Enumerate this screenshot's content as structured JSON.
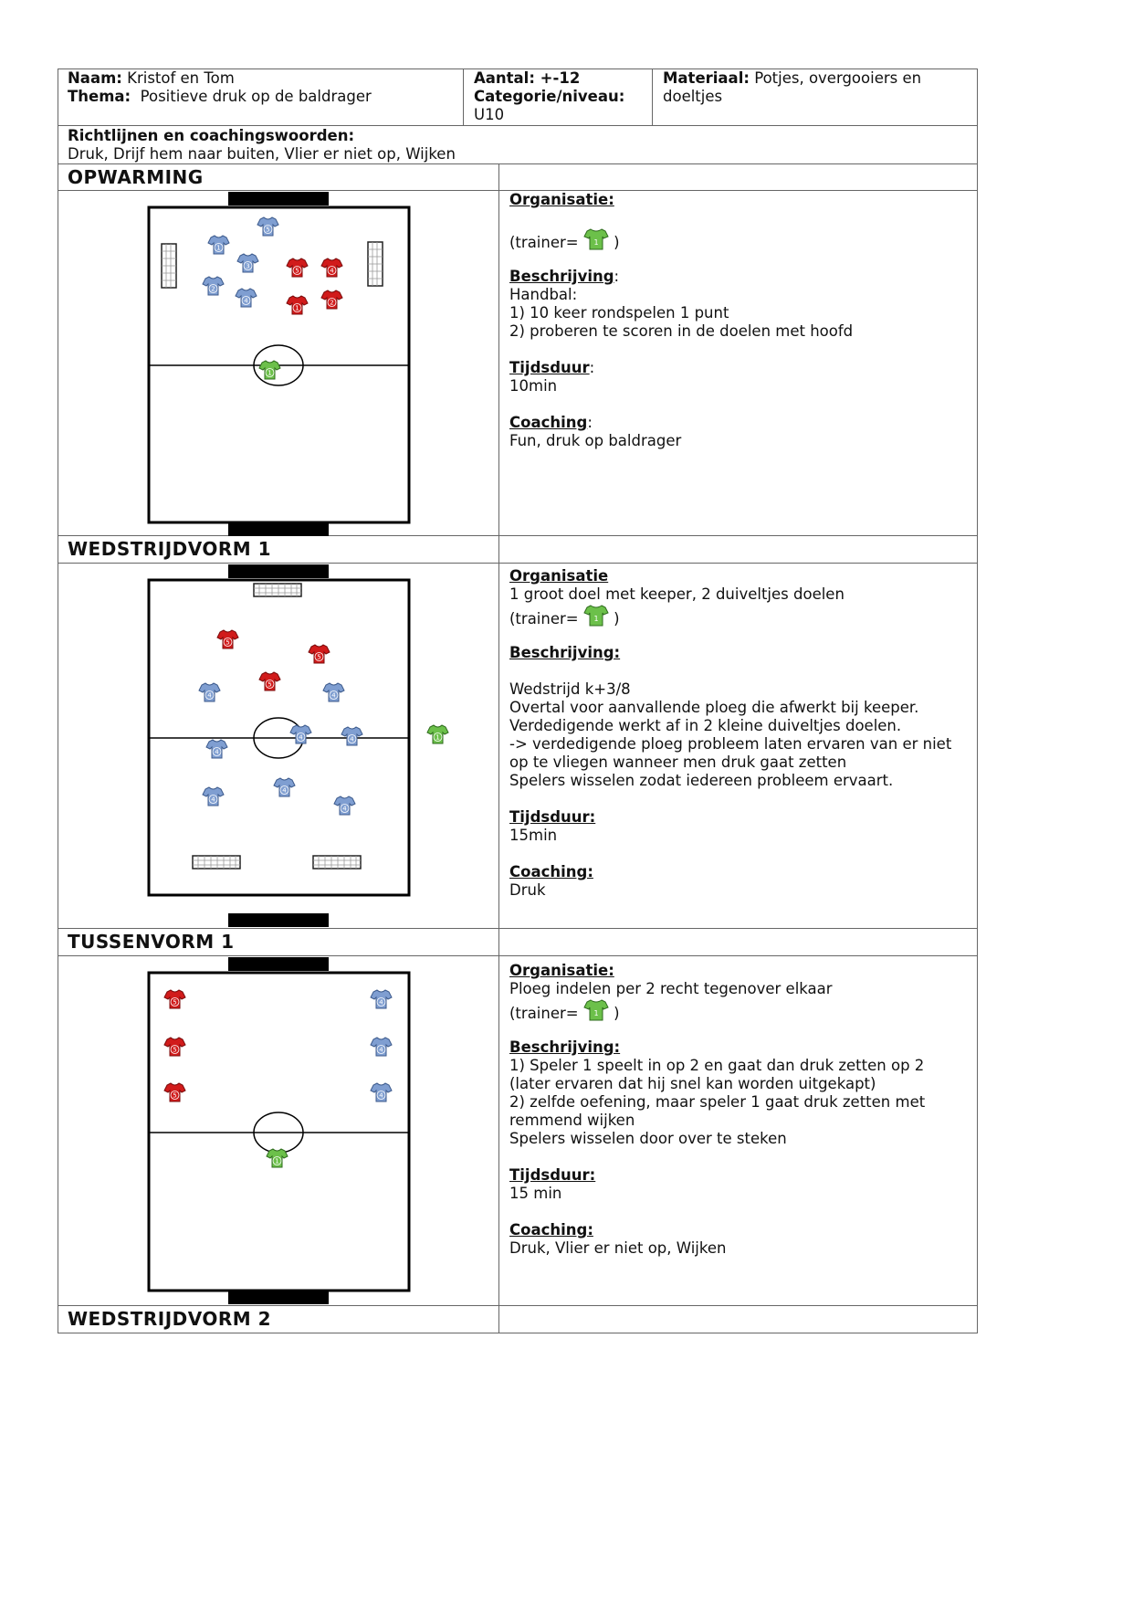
{
  "header": {
    "naam_label": "Naam:",
    "naam_value": "Kristof en Tom",
    "thema_label": "Thema:",
    "thema_value": "Positieve druk op de baldrager",
    "aantal_label": "Aantal: +-12",
    "categorie_label": "Categorie/niveau:",
    "categorie_value": "U10",
    "materiaal_label": "Materiaal:",
    "materiaal_value": "Potjes, overgooiers en doeltjes"
  },
  "guidelines": {
    "label": "Richtlijnen en coachingswoorden:",
    "text": "Druk, Drijf hem naar buiten, Vlier er niet op, Wijken"
  },
  "sections": [
    {
      "title": "OPWARMING",
      "org_label": "Organisatie:",
      "org_lines": [],
      "trainer_prefix": "(trainer=",
      "trainer_suffix": ")",
      "desc_label": "Beschrijving",
      "desc_colon": ":",
      "desc_lines": [
        "Handbal:",
        "1) 10 keer rondspelen 1 punt",
        "2) proberen te scoren in de doelen met hoofd"
      ],
      "duration_label": "Tijdsduur",
      "duration_colon": ":",
      "duration_value": "10min",
      "coaching_label": "Coaching",
      "coaching_colon": ":",
      "coaching_value": "Fun, druk op baldrager"
    },
    {
      "title": "WEDSTRIJDVORM 1",
      "org_label": "Organisatie",
      "org_lines": [
        "1 groot doel met keeper, 2 duiveltjes doelen"
      ],
      "trainer_prefix": "(trainer=",
      "trainer_suffix": ")",
      "desc_label": "Beschrijving:",
      "desc_colon": "",
      "desc_lines": [
        "",
        "Wedstrijd k+3/8",
        "Overtal voor aanvallende ploeg die afwerkt bij keeper.",
        "Verdedigende werkt af in 2 kleine duiveltjes doelen.",
        "-> verdedigende ploeg probleem laten ervaren van er niet",
        "op te vliegen wanneer men druk gaat zetten",
        "Spelers wisselen zodat iedereen probleem ervaart."
      ],
      "duration_label": "Tijdsduur:",
      "duration_colon": "",
      "duration_value": "15min",
      "coaching_label": "Coaching:",
      "coaching_colon": "",
      "coaching_value": "Druk"
    },
    {
      "title": "TUSSENVORM 1",
      "org_label": "Organisatie:",
      "org_lines": [
        "Ploeg indelen per 2 recht tegenover elkaar"
      ],
      "trainer_prefix": "(trainer=",
      "trainer_suffix": ")",
      "desc_label": "Beschrijving:",
      "desc_colon": "",
      "desc_lines": [
        "1) Speler 1 speelt in op 2 en gaat dan druk zetten op 2",
        "(later ervaren dat hij snel kan worden uitgekapt)",
        "2) zelfde oefening, maar speler 1 gaat druk zetten met",
        "remmend wijken",
        "Spelers wisselen door over te steken"
      ],
      "duration_label": "Tijdsduur:",
      "duration_colon": "",
      "duration_value": "15 min",
      "coaching_label": "Coaching:",
      "coaching_colon": "",
      "coaching_value": "Druk, Vlier er niet op, Wijken"
    },
    {
      "title": "WEDSTRIJDVORM 2"
    }
  ],
  "fields": [
    {
      "players": [
        {
          "team": "blue",
          "num": "5"
        },
        {
          "team": "blue",
          "num": "1"
        },
        {
          "team": "blue",
          "num": "3"
        },
        {
          "team": "blue",
          "num": "2"
        },
        {
          "team": "blue",
          "num": "4"
        },
        {
          "team": "red",
          "num": "5"
        },
        {
          "team": "red",
          "num": "4"
        },
        {
          "team": "red",
          "num": "1"
        },
        {
          "team": "red",
          "num": "2"
        },
        {
          "team": "green",
          "num": "1"
        }
      ]
    },
    {
      "players": [
        {
          "team": "red",
          "num": "5"
        },
        {
          "team": "red",
          "num": "5"
        },
        {
          "team": "red",
          "num": "5"
        },
        {
          "team": "blue",
          "num": "4"
        },
        {
          "team": "blue",
          "num": "4"
        },
        {
          "team": "blue",
          "num": "4"
        },
        {
          "team": "blue",
          "num": "4"
        },
        {
          "team": "blue",
          "num": "4"
        },
        {
          "team": "blue",
          "num": "4"
        },
        {
          "team": "blue",
          "num": "4"
        },
        {
          "team": "blue",
          "num": "4"
        },
        {
          "team": "green",
          "num": "1"
        }
      ]
    },
    {
      "players": [
        {
          "team": "red",
          "num": "5"
        },
        {
          "team": "red",
          "num": "5"
        },
        {
          "team": "red",
          "num": "5"
        },
        {
          "team": "blue",
          "num": "4"
        },
        {
          "team": "blue",
          "num": "4"
        },
        {
          "team": "blue",
          "num": "4"
        },
        {
          "team": "green",
          "num": "1"
        }
      ]
    }
  ],
  "colors": {
    "blue": "#7f9ed1",
    "red": "#d11b1b",
    "green": "#6cc04a",
    "border": "#666666"
  },
  "icons": {
    "trainer": "green-shirt-icon",
    "player": "shirt-icon",
    "goal": "goal-net-icon"
  }
}
